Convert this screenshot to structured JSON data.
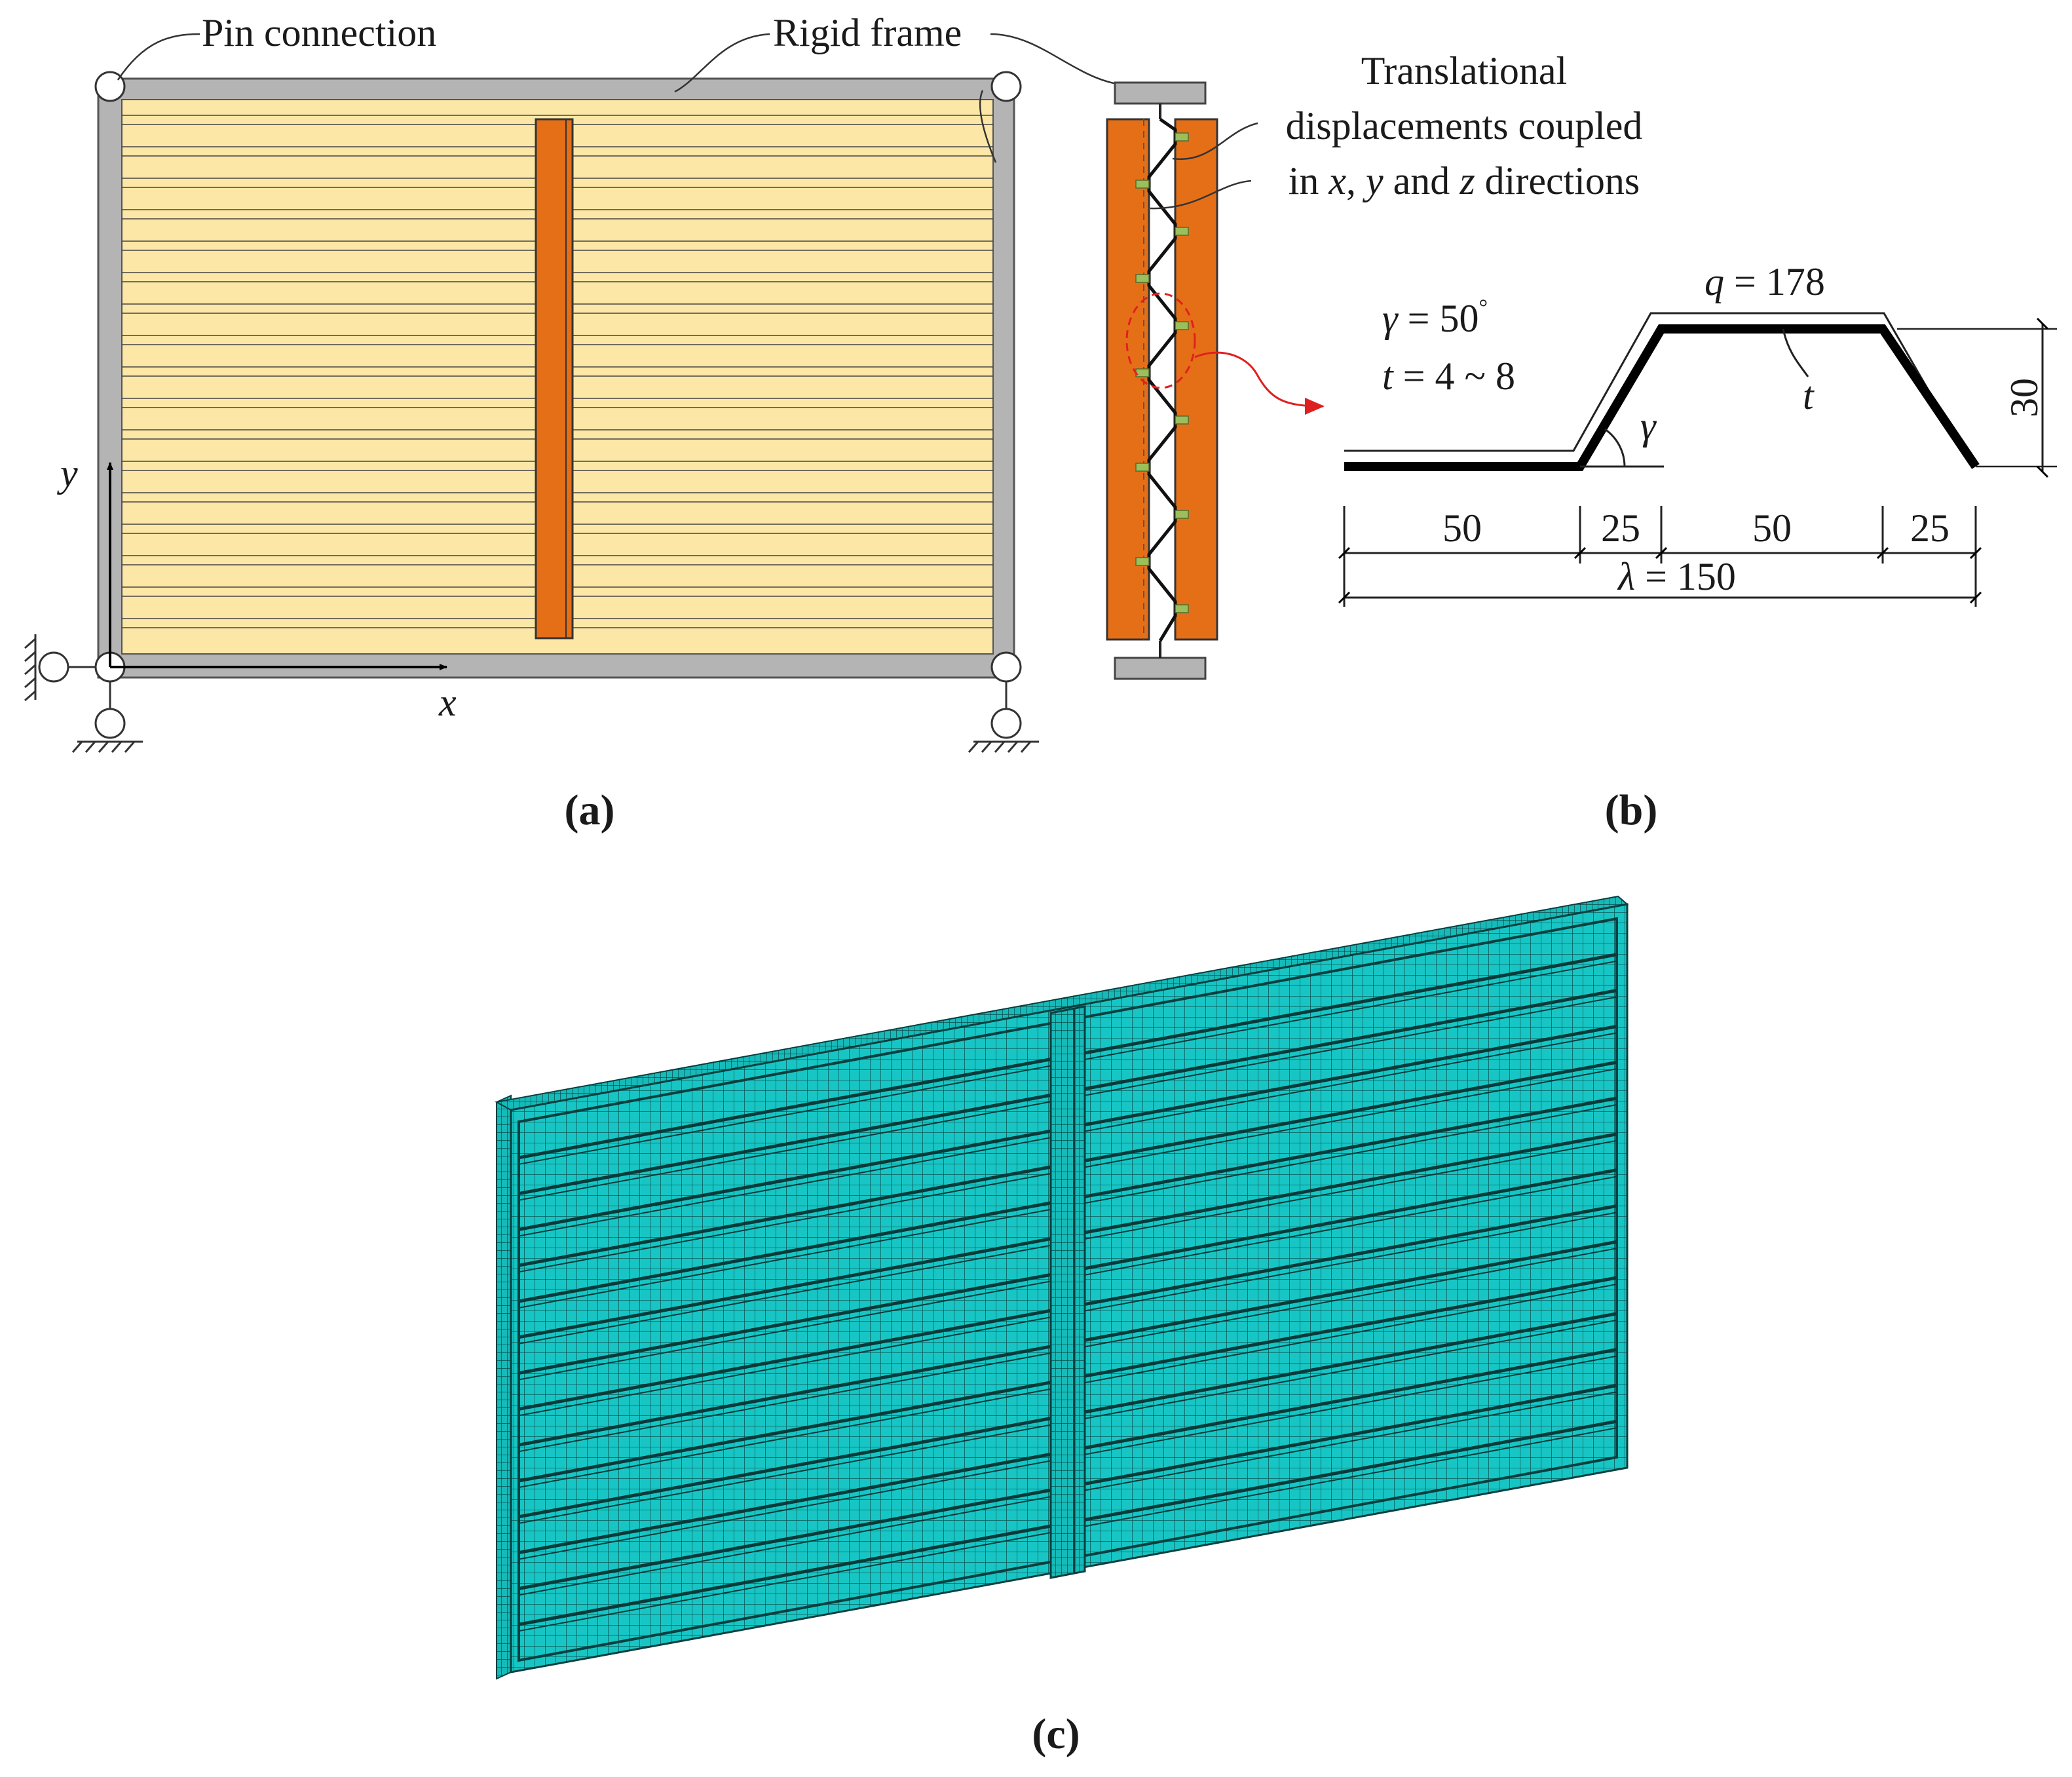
{
  "panel_a": {
    "caption": "(a)",
    "label_pin": "Pin connection",
    "label_frame": "Rigid frame",
    "axis_x": "x",
    "axis_y": "y",
    "coupling_line1": "Translational",
    "coupling_line2": "displacements coupled",
    "coupling_line3_in": "in ",
    "coupling_line3_x": "x",
    "coupling_line3_sep1": ", ",
    "coupling_line3_y": "y",
    "coupling_line3_and": " and ",
    "coupling_line3_z": "z",
    "coupling_line3_rest": " directions",
    "colors": {
      "panel": "#fde7a6",
      "frame": "#b4b4b4",
      "stiffener": "#e56f17",
      "connector": "#9bbf5a",
      "callout": "#e02020"
    }
  },
  "panel_b": {
    "caption": "(b)",
    "gamma_sym": "γ",
    "gamma_rest": " = 50",
    "gamma_deg": "°",
    "t_sym": "t",
    "t_rest": " = 4 ~ 8",
    "q_sym": "q",
    "q_rest": " = 178",
    "t_mark": "t",
    "gamma_mark": "γ",
    "dim_50a": "50",
    "dim_25a": "25",
    "dim_50b": "50",
    "dim_25b": "25",
    "lambda_sym": "λ",
    "lambda_rest": " = 150",
    "height": "30"
  },
  "panel_c": {
    "caption": "(c)",
    "colors": {
      "mesh": "#17c6c4",
      "mesh_line": "#0a3f3f"
    }
  }
}
